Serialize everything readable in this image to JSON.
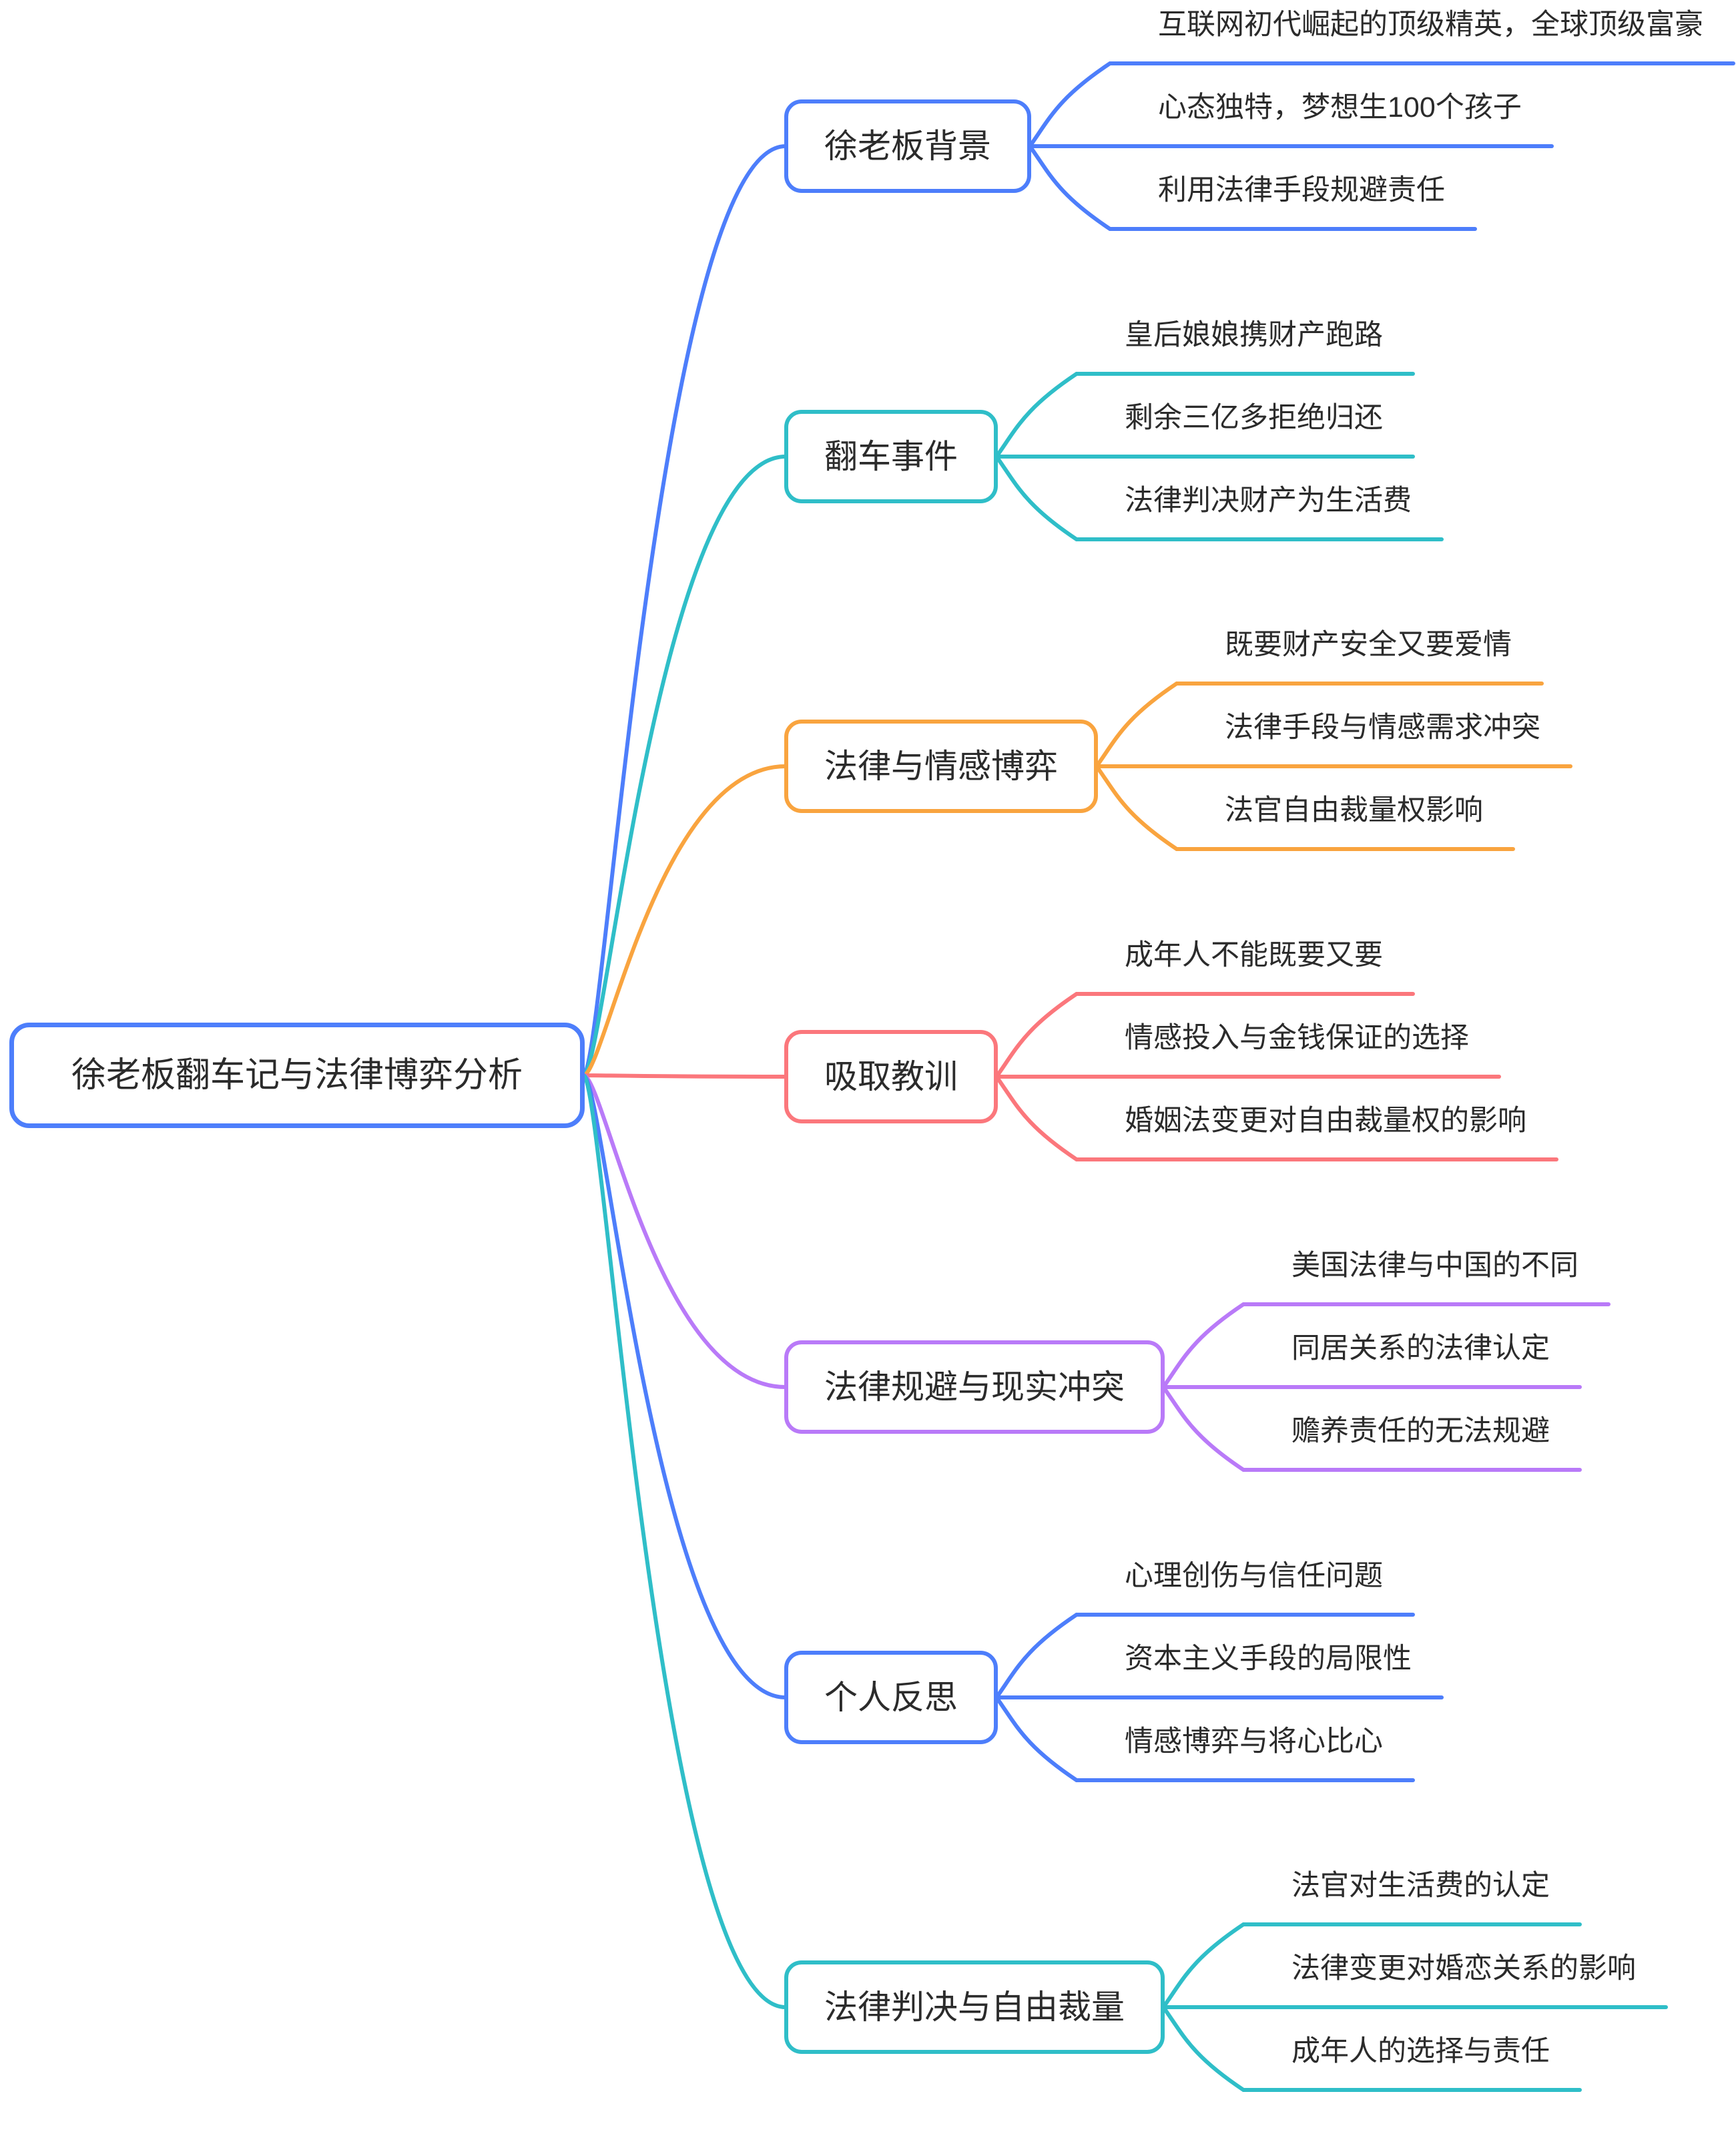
{
  "mindmap": {
    "background": "#ffffff",
    "text_color": "#2b2b2b",
    "root": {
      "label": "徐老板翻车记与法律博弈分析",
      "border_color": "#4D7EFB"
    },
    "branches": [
      {
        "label": "徐老板背景",
        "color": "#4D7EFB",
        "leaves": [
          "互联网初代崛起的顶级精英，全球顶级富豪",
          "心态独特，梦想生100个孩子",
          "利用法律手段规避责任"
        ]
      },
      {
        "label": "翻车事件",
        "color": "#2FBEC8",
        "leaves": [
          "皇后娘娘携财产跑路",
          "剩余三亿多拒绝归还",
          "法律判决财产为生活费"
        ]
      },
      {
        "label": "法律与情感博弈",
        "color": "#F9A43F",
        "leaves": [
          "既要财产安全又要爱情",
          "法律手段与情感需求冲突",
          "法官自由裁量权影响"
        ]
      },
      {
        "label": "吸取教训",
        "color": "#FB777C",
        "leaves": [
          "成年人不能既要又要",
          "情感投入与金钱保证的选择",
          "婚姻法变更对自由裁量权的影响"
        ]
      },
      {
        "label": "法律规避与现实冲突",
        "color": "#B97AF8",
        "leaves": [
          "美国法律与中国的不同",
          "同居关系的法律认定",
          "赡养责任的无法规避"
        ]
      },
      {
        "label": "个人反思",
        "color": "#4D7EFB",
        "leaves": [
          "心理创伤与信任问题",
          "资本主义手段的局限性",
          "情感博弈与将心比心"
        ]
      },
      {
        "label": "法律判决与自由裁量",
        "color": "#2FBEC8",
        "leaves": [
          "法官对生活费的认定",
          "法律变更对婚恋关系的影响",
          "成年人的选择与责任"
        ]
      }
    ]
  }
}
